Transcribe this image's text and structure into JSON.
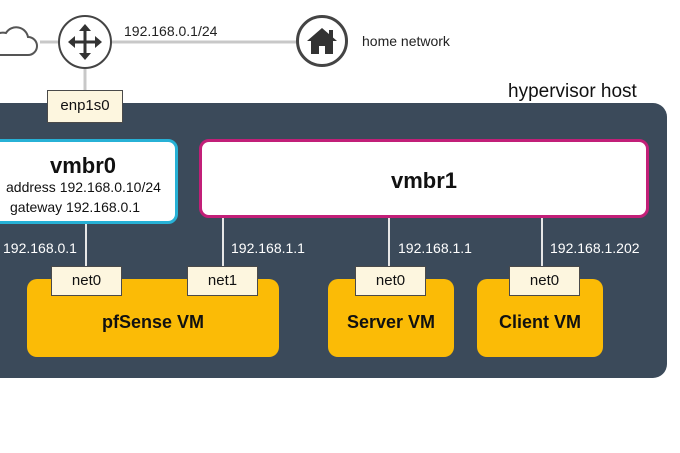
{
  "network": {
    "cloud_icon": "cloud-icon",
    "router_icon": "router-icon",
    "home_icon": "home-icon",
    "wan_subnet": "192.168.0.1/24",
    "home_label": "home network"
  },
  "host": {
    "label": "hypervisor host",
    "uplink_port": "enp1s0"
  },
  "bridges": {
    "vmbr0": {
      "title": "vmbr0",
      "address": "address 192.168.0.10/24",
      "gateway": "gateway 192.168.0.1",
      "border_color": "#27b1d6"
    },
    "vmbr1": {
      "title": "vmbr1",
      "border_color": "#c21f78"
    }
  },
  "links": {
    "pfsense_net0_ip": "192.168.0.1",
    "pfsense_net1_ip": "192.168.1.1",
    "server_ip": "192.168.1.1",
    "client_ip": "192.168.1.202"
  },
  "vms": {
    "pfsense": {
      "name": "pfSense VM",
      "port0": "net0",
      "port1": "net1"
    },
    "server": {
      "name": "Server VM",
      "port0": "net0"
    },
    "client": {
      "name": "Client VM",
      "port0": "net0"
    }
  },
  "colors": {
    "host_bg": "#3b4a5a",
    "vm_fill": "#fbbb06",
    "port_fill": "#fdf6df"
  }
}
